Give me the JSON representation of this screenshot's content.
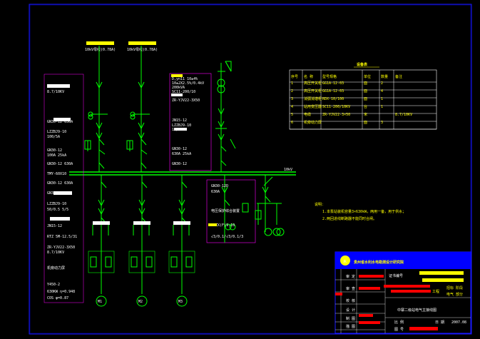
{
  "title_block": {
    "institute": "贵州省水利水电勘测设计研究院",
    "drawing_title": "中寨二级站电气主接线图",
    "project_label": "工程",
    "stage_line1": "招标  阶段",
    "stage_line2": "电气  部分",
    "row_labels": [
      "审 定",
      "审 查",
      "校 核",
      "设 计",
      "制 图",
      "描 图"
    ],
    "cert_label": "证书编号",
    "scale_label": "比 例",
    "date_label": "日 期",
    "date_value": "2007.08",
    "number_label": "图 号"
  },
  "equipment_table": {
    "title": "设备表",
    "headers": [
      "序号",
      "名  称",
      "型号规格",
      "单位",
      "数量",
      "备注"
    ],
    "rows": [
      [
        "1",
        "高压开关柜",
        "GG1A-12-03",
        "面",
        "2",
        ""
      ],
      [
        "2",
        "高压开关柜",
        "GG1A-12-03",
        "面",
        "4",
        ""
      ],
      [
        "3",
        "消弧消谐柜",
        "RDX-10/100",
        "面",
        "1",
        ""
      ],
      [
        "4",
        "站用变压器",
        "SC11-200/10KV",
        "台",
        "1",
        ""
      ],
      [
        "5",
        "电缆",
        "ZR-YJV22-3×50",
        "米",
        "",
        "8.7/10KV"
      ],
      [
        "6",
        "机旁动力屏",
        "",
        "面",
        "3",
        ""
      ]
    ]
  },
  "notes": {
    "heading": "说明：",
    "lines": [
      "1.本泵站装机容量3×630kW，两用一备，用于供水；",
      "2.两回进线断路器不能同时合闸。"
    ]
  },
  "incoming": {
    "line1_label": "10kV母线(0.78A)",
    "line2_label": "10kV母线(0.78A)"
  },
  "left_labels": [
    "8.7/10KV",
    "GN30-12  630A",
    "LZZBJ9-10",
    "100/5A",
    "GN30-12",
    "100A  25kA",
    "GN30-12  630A",
    "TMY-60X10",
    "GN30-12  630A",
    "GN30-12",
    "LZZBJ9-10",
    "50/0.5 5/5",
    "JN15-12",
    "RTZ 5M-12.5/31",
    "ZR-YJV22-3X50",
    "8.7/10KV",
    "机旁动力屏",
    "Y450-2",
    "630KW  η=0.948",
    "COS φ=0.87"
  ],
  "transformer_block": [
    "D,yn11  10±4%",
    "10±2X2.5%/0.4kV",
    "200kVA",
    "SC11-200/10",
    "ZR-YJV22-3X50",
    "JN15-12",
    "LZZBJ9-10",
    "15/5A",
    "GN30-12",
    "630A  25kA",
    "GN30-12"
  ],
  "right_block": [
    "GN30-12D",
    "630A",
    "电压保护综合装置",
    "JDZX(F)9-10",
    "√3/0.1/√3/0.1/3"
  ],
  "bus_label": "10kV",
  "motors": [
    "M1",
    "M2",
    "M3"
  ],
  "colors": {
    "line": "#00ff00",
    "frame": "#0000ff",
    "text": "#ffffff",
    "highlight": "#ffff00",
    "red": "#ff0000",
    "magenta": "#ff00ff",
    "title_bg": "#0000ff"
  }
}
